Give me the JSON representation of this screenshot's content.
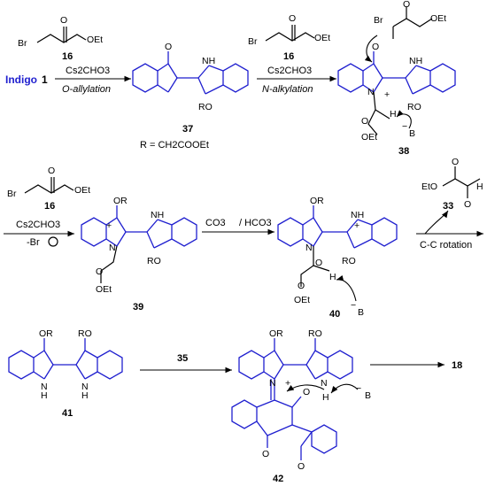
{
  "row1": {
    "start_label": "Indigo",
    "start_number": "1",
    "reagent_number": "16",
    "base": "Cs2CHO3",
    "step1_condition": "O-allylation",
    "step2_condition": "N-alkylation",
    "compound_37": "37",
    "r_definition": "R = CH2COOEt",
    "compound_38": "38"
  },
  "row2": {
    "reagent_number": "16",
    "base": "Cs2CHO3",
    "leaving": "-Br",
    "compound_39": "39",
    "carbonate": "CO3",
    "bicarbonate": "/ HCO3",
    "compound_40": "40",
    "byproduct_number": "33",
    "rotation": "C-C rotation"
  },
  "row3": {
    "compound_41": "41",
    "reagent_35": "35",
    "compound_42": "42",
    "product_18": "18"
  },
  "atoms": {
    "br": "Br",
    "oet": "OEt",
    "o": "O",
    "nh": "NH",
    "n": "N",
    "h": "H",
    "b": "B",
    "or": "OR",
    "ro": "RO",
    "eto": "EtO",
    "plus": "+",
    "minus": "−"
  },
  "colors": {
    "structure": "#1f1fcf",
    "reagent": "#000000"
  }
}
